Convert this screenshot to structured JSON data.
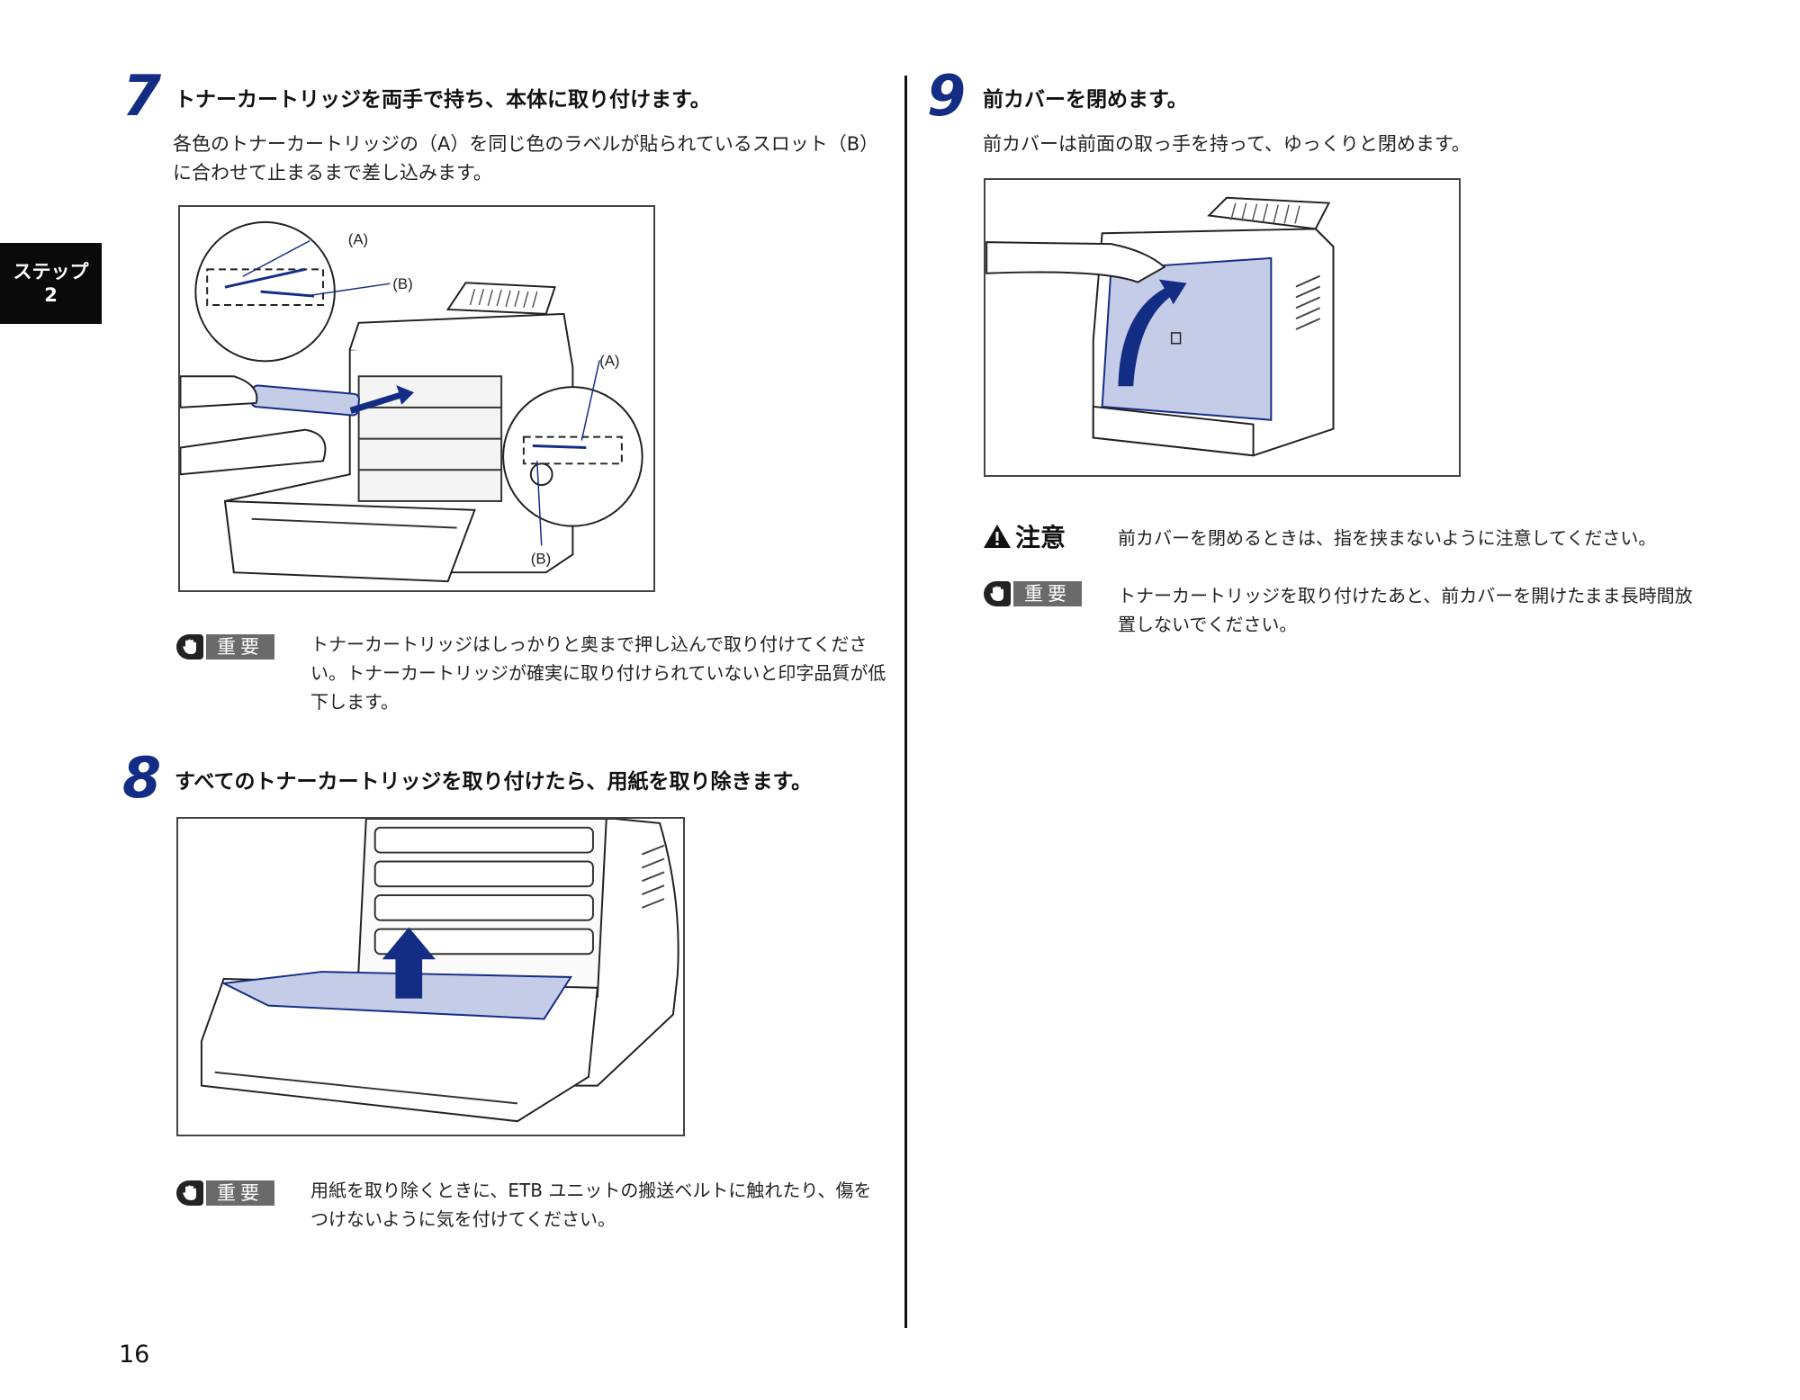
{
  "side_tab": {
    "line1": "ステップ",
    "line2": "2"
  },
  "step7": {
    "number": "7",
    "title": "トナーカートリッジを両手で持ち、本体に取り付けます。",
    "body_line1": "各色のトナーカートリッジの（A）を同じ色のラベルが貼られているスロット（B）",
    "body_line2": "に合わせて止まるまで差し込みます。",
    "figure_labels": {
      "a_top": "(A)",
      "b_top": "(B)",
      "a_right": "(A)",
      "b_bottom": "(B)"
    },
    "note_badge": "重要",
    "note_line1": "トナーカートリッジはしっかりと奥まで押し込んで取り付けてくださ",
    "note_line2": "い。トナーカートリッジが確実に取り付けられていないと印字品質が低",
    "note_line3": "下します。"
  },
  "step8": {
    "number": "8",
    "title": "すべてのトナーカートリッジを取り付けたら、用紙を取り除きます。",
    "note_badge": "重要",
    "note_line1": "用紙を取り除くときに、ETB ユニットの搬送ベルトに触れたり、傷を",
    "note_line2": "つけないように気を付けてください。"
  },
  "step9": {
    "number": "9",
    "title": "前カバーを閉めます。",
    "body": "前カバーは前面の取っ手を持って、ゆっくりと閉めます。",
    "caution_label": "注意",
    "caution_text": "前カバーを閉めるときは、指を挟まないように注意してください。",
    "note_badge": "重要",
    "note_line1": "トナーカートリッジを取り付けたあと、前カバーを開けたまま長時間放",
    "note_line2": "置しないでください。"
  },
  "page_number": "16",
  "colors": {
    "accent_blue": "#142d84",
    "fill_blue": "#c5cce8",
    "tab_black": "#0a0a0a"
  }
}
